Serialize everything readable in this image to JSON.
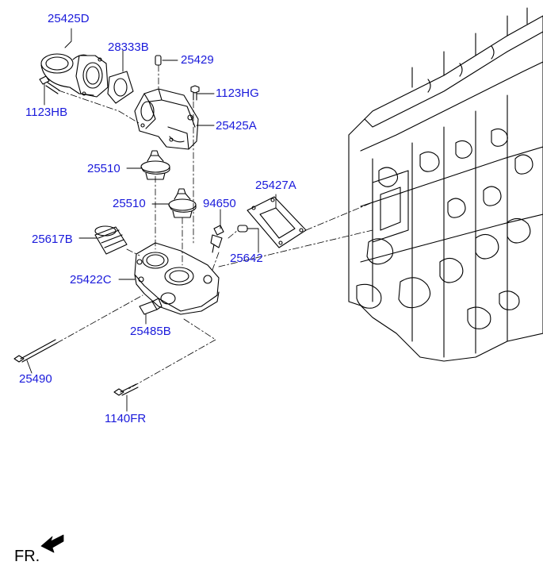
{
  "parts": [
    {
      "id": "p25425D",
      "label": "25425D"
    },
    {
      "id": "p28333B",
      "label": "28333B"
    },
    {
      "id": "p25429",
      "label": "25429"
    },
    {
      "id": "p1123HB",
      "label": "1123HB"
    },
    {
      "id": "p1123HG",
      "label": "1123HG"
    },
    {
      "id": "p25425A",
      "label": "25425A"
    },
    {
      "id": "p25510a",
      "label": "25510"
    },
    {
      "id": "p25427A",
      "label": "25427A"
    },
    {
      "id": "p25510b",
      "label": "25510"
    },
    {
      "id": "p94650",
      "label": "94650"
    },
    {
      "id": "p25617B",
      "label": "25617B"
    },
    {
      "id": "p25642",
      "label": "25642"
    },
    {
      "id": "p25422C",
      "label": "25422C"
    },
    {
      "id": "p25485B",
      "label": "25485B"
    },
    {
      "id": "p25490",
      "label": "25490"
    },
    {
      "id": "p1140FR",
      "label": "1140FR"
    }
  ],
  "direction": {
    "label": "FR."
  },
  "colors": {
    "label": "#1a1adb",
    "line": "#000000"
  }
}
